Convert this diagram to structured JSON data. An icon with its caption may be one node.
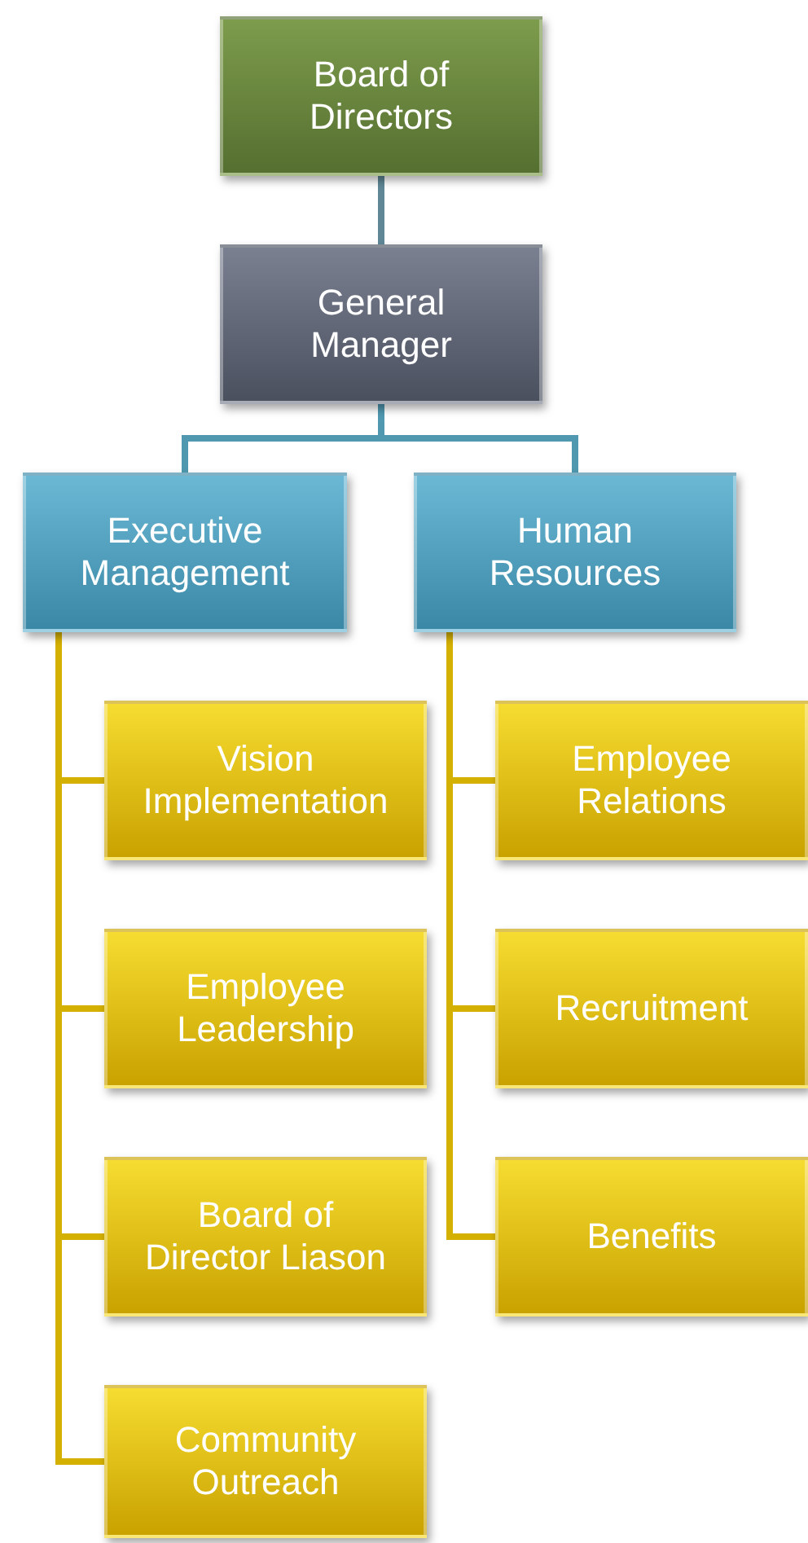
{
  "diagram": {
    "nodes": [
      {
        "text": [
          "Board of Directors"
        ]
      },
      {
        "text": [
          "General Manager"
        ]
      },
      {
        "text": [
          "Executive Management"
        ]
      },
      {
        "text": [
          "Human Resources"
        ]
      },
      {
        "text": [
          "Vision Implementation"
        ]
      },
      {
        "text": [
          "Employee Leadership"
        ]
      },
      {
        "text": [
          "Board of Director Liason"
        ]
      },
      {
        "text": [
          "Community Outreach"
        ]
      },
      {
        "text": [
          "Employee Relations"
        ]
      },
      {
        "text": [
          "Recruitment"
        ]
      },
      {
        "text": [
          "Benefits"
        ]
      }
    ],
    "edges": [
      {
        "from": 0,
        "to": 1,
        "arrow": "none",
        "color": "#5f8796"
      },
      {
        "from": 1,
        "to": 2,
        "arrow": "none",
        "color": "#4f98b0"
      },
      {
        "from": 1,
        "to": 3,
        "arrow": "none",
        "color": "#4f98b0"
      },
      {
        "from": 2,
        "to": 4,
        "arrow": "none",
        "color": "#d4b000"
      },
      {
        "from": 2,
        "to": 5,
        "arrow": "none",
        "color": "#d4b000"
      },
      {
        "from": 2,
        "to": 6,
        "arrow": "none",
        "color": "#d4b000"
      },
      {
        "from": 2,
        "to": 7,
        "arrow": "none",
        "color": "#d4b000"
      },
      {
        "from": 3,
        "to": 8,
        "arrow": "none",
        "color": "#d4b000"
      },
      {
        "from": 3,
        "to": 9,
        "arrow": "none",
        "color": "#d4b000"
      },
      {
        "from": 3,
        "to": 10,
        "arrow": "none",
        "color": "#d4b000"
      }
    ]
  }
}
